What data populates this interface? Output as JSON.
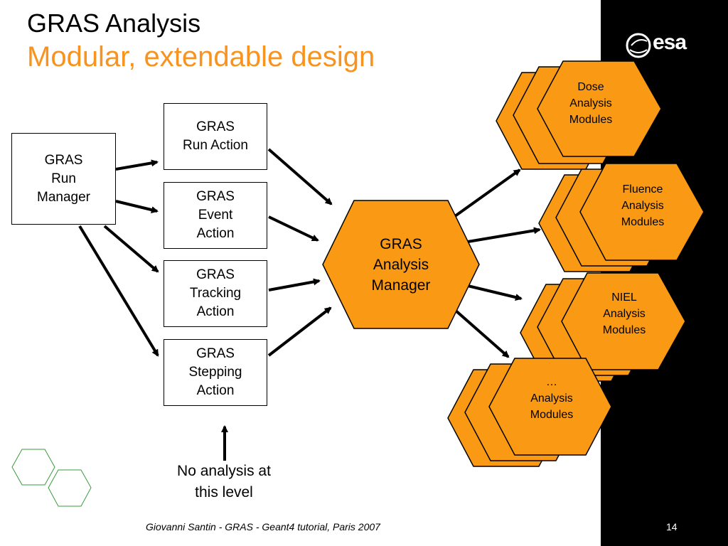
{
  "slide": {
    "title": "GRAS Analysis",
    "subtitle": "Modular, extendable design",
    "logo_text": "esa",
    "footer": "Giovanni Santin  -  GRAS  -  Geant4 tutorial, Paris 2007",
    "page_number": "14"
  },
  "colors": {
    "orange": "#f7931e",
    "hex_fill": "#fa9a14",
    "black_band": "#000000",
    "deco_hex_stroke": "#3a9b3a"
  },
  "diagram": {
    "run_manager": "GRAS\nRun\nManager",
    "actions": [
      "GRAS\nRun   Action",
      "GRAS\nEvent\nAction",
      "GRAS\nTracking\nAction",
      "GRAS\nStepping\nAction"
    ],
    "analysis_manager": "GRAS\nAnalysis\nManager",
    "modules": [
      "Dose\nAnalysis\nModules",
      "Fluence\nAnalysis\nModules",
      "NIEL\nAnalysis\nModules",
      "…\nAnalysis\nModules"
    ],
    "note": "No analysis at\nthis level"
  }
}
